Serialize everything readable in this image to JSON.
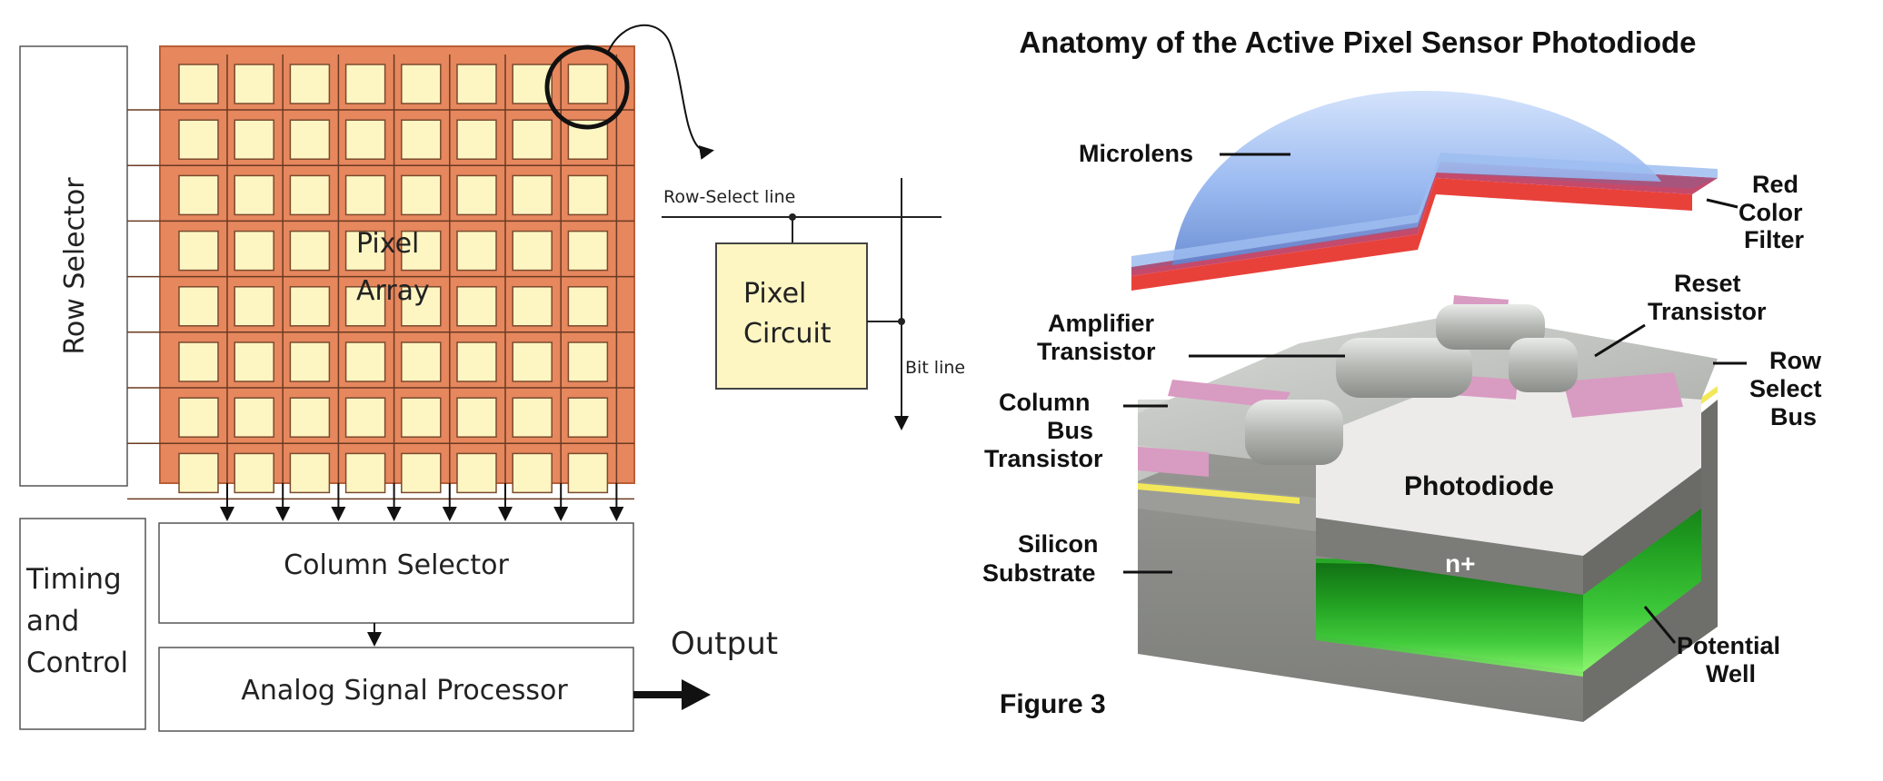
{
  "left_diagram": {
    "row_selector": "Row Selector",
    "pixel_array_line1": "Pixel",
    "pixel_array_line2": "Array",
    "row_select_line": "Row-Select line",
    "pixel_circuit_line1": "Pixel",
    "pixel_circuit_line2": "Circuit",
    "bit_line": "Bit line",
    "timing_line1": "Timing",
    "timing_line2": "and",
    "timing_line3": "Control",
    "column_selector": "Column Selector",
    "analog_processor": "Analog Signal Processor",
    "output": "Output"
  },
  "right_diagram": {
    "title": "Anatomy of the Active Pixel Sensor Photodiode",
    "microlens": "Microlens",
    "red_filter_1": "Red",
    "red_filter_2": "Color",
    "red_filter_3": "Filter",
    "reset_1": "Reset",
    "reset_2": "Transistor",
    "amplifier_1": "Amplifier",
    "amplifier_2": "Transistor",
    "row_bus_1": "Row",
    "row_bus_2": "Select",
    "row_bus_3": "Bus",
    "column_bus_1": "Column",
    "column_bus_2": "Bus",
    "column_bus_3": "Transistor",
    "photodiode": "Photodiode",
    "n_plus": "n+",
    "silicon_1": "Silicon",
    "silicon_2": "Substrate",
    "potential_1": "Potential",
    "potential_2": "Well",
    "figure": "Figure 3"
  },
  "colors": {
    "array_bg": "#e6875e",
    "pixel_fill": "#fdf6c3",
    "microlens": "#8fb2ef",
    "red_filter": "#e8413a",
    "well_green": "#47d43a",
    "yellow_stripe": "#f3e85a",
    "pink_pad": "#d89bc2",
    "silicon_grey": "#8a8a86"
  }
}
